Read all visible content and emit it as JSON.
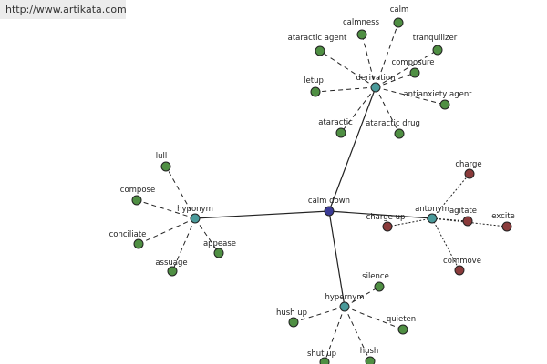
{
  "source_url": "http://www.artikata.com",
  "colors": {
    "root": "#3b3b96",
    "relation": "#4a9a9a",
    "synonym": "#4f8f43",
    "antonym_term": "#8a3b3b",
    "edge": "#222222"
  },
  "root": "calm down",
  "relations": [
    {
      "id": "derivation",
      "label": "derivation",
      "terms": [
        "calm",
        "calmness",
        "ataractic agent",
        "tranquilizer",
        "composure",
        "letup",
        "antianxiety agent",
        "ataractic",
        "ataractic drug"
      ]
    },
    {
      "id": "hyponym",
      "label": "hyponym",
      "terms": [
        "lull",
        "compose",
        "conciliate",
        "appease",
        "assuage"
      ]
    },
    {
      "id": "antonym",
      "label": "antonym",
      "terms": [
        "charge",
        "charge up",
        "agitate",
        "excite",
        "commove"
      ]
    },
    {
      "id": "hypernym",
      "label": "hypernym",
      "terms": [
        "silence",
        "hush up",
        "quieten",
        "shut up",
        "hush"
      ]
    }
  ]
}
